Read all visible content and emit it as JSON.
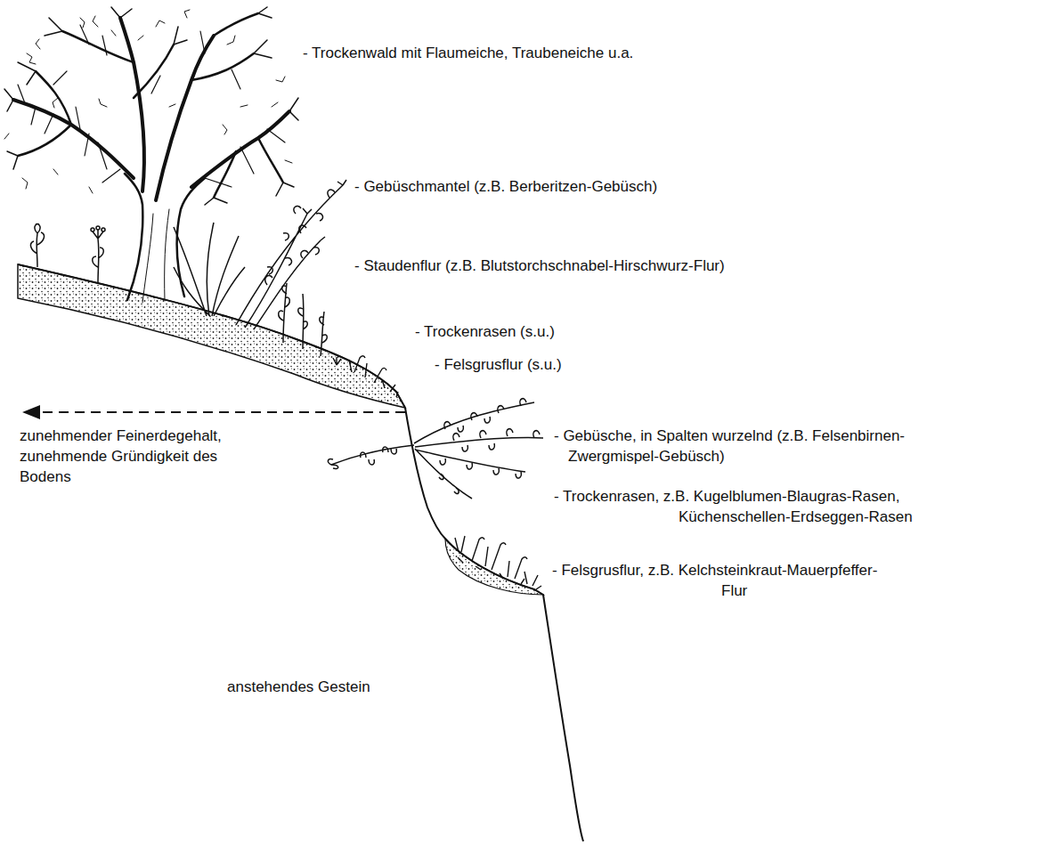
{
  "diagram": {
    "labels": [
      "- Trockenwald mit Flaumeiche, Traubeneiche u.a.",
      "- Gebüschmantel (z.B. Berberitzen-Gebüsch)",
      "- Staudenflur (z.B. Blutstorchschnabel-Hirschwurz-Flur)",
      "- Trockenrasen (s.u.)",
      "- Felsgrusflur (s.u.)",
      "zunehmender Feinerdegehalt, zunehmende Gründigkeit des Bodens",
      "- Gebüsche, in Spalten wurzelnd (z.B. Felsenbirnen-Zwergmispel-Gebüsch)",
      "- Trockenrasen, z.B. Kugelblumen-Blaugras-Rasen, Küchenschellen-Erdseggen-Rasen",
      "- Felsgrusflur, z.B. Kelchsteinkraut-Mauerpfeffer-Flur",
      "anstehendes Gestein"
    ]
  }
}
